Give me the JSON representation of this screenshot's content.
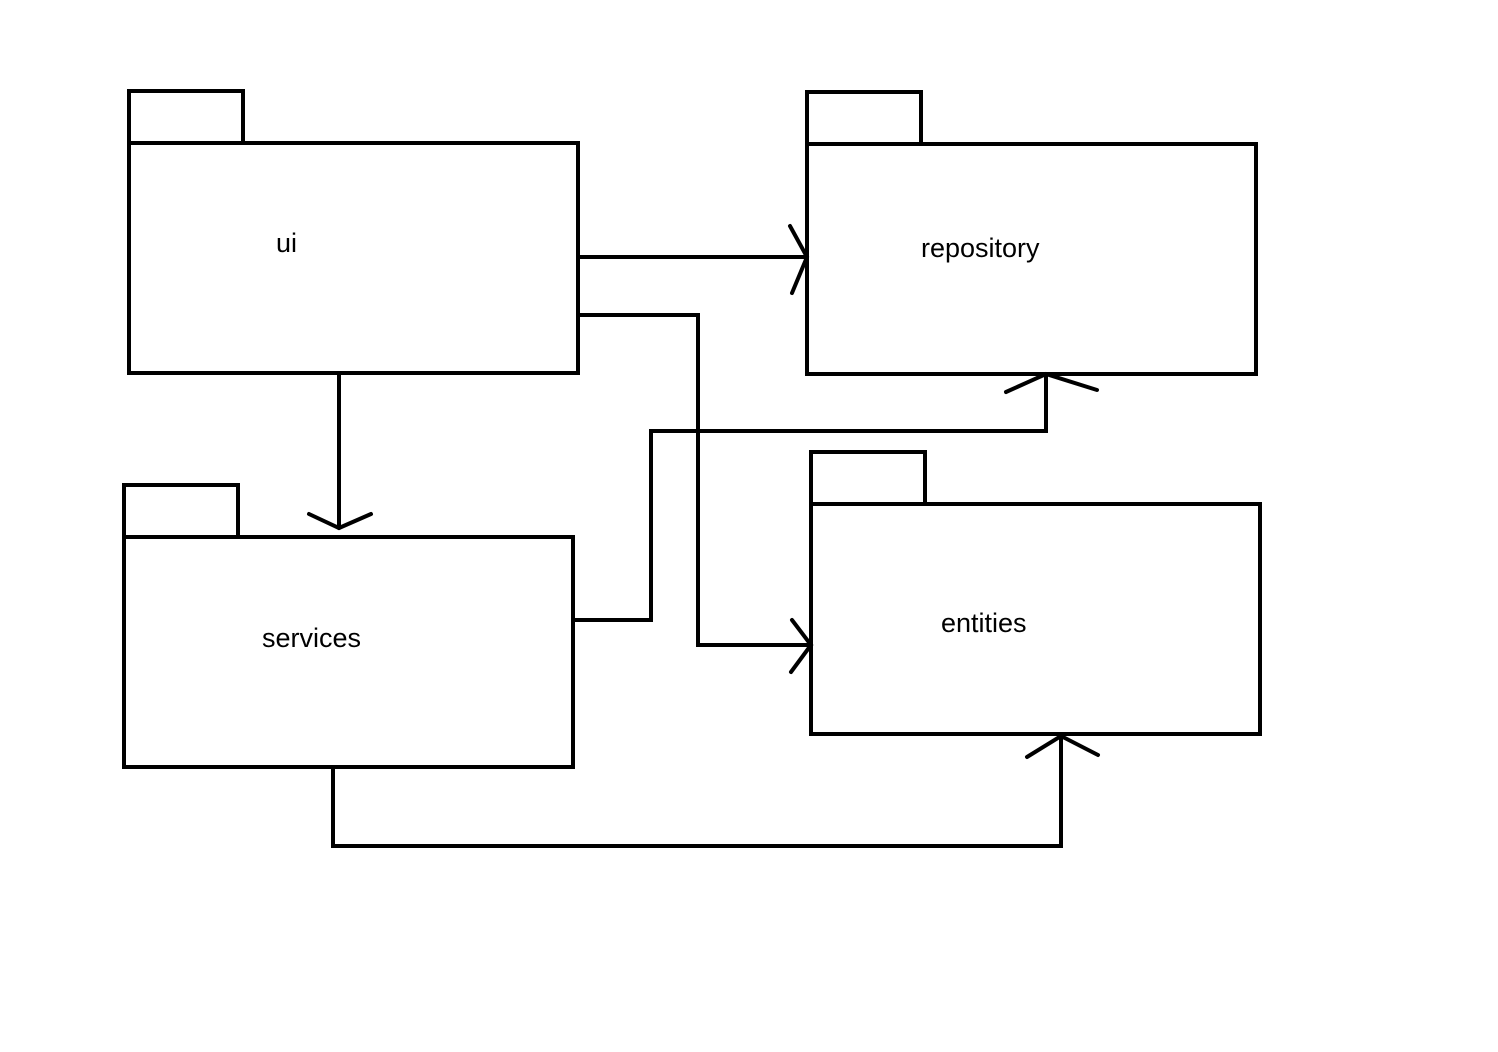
{
  "diagram": {
    "packages": {
      "ui": "ui",
      "repository": "repository",
      "services": "services",
      "entities": "entities"
    },
    "dependencies": [
      {
        "from": "ui",
        "to": "repository"
      },
      {
        "from": "ui",
        "to": "entities"
      },
      {
        "from": "ui",
        "to": "services"
      },
      {
        "from": "services",
        "to": "repository"
      },
      {
        "from": "services",
        "to": "entities"
      }
    ],
    "colors": {
      "stroke": "#000000",
      "background": "#ffffff"
    }
  }
}
